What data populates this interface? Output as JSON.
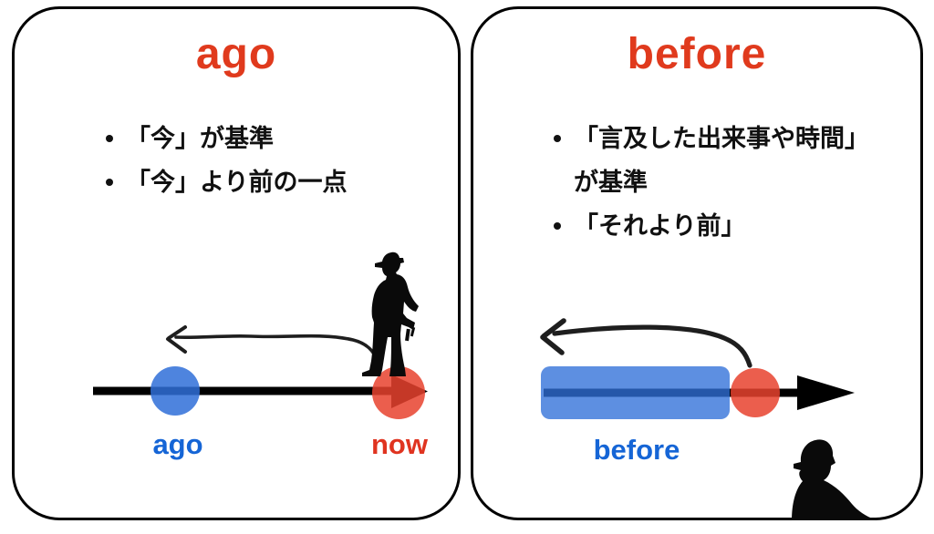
{
  "panels": {
    "left": {
      "title": "ago",
      "bullets": [
        "「今」が基準",
        "「今」より前の一点"
      ],
      "labels": {
        "past_point": "ago",
        "reference_point": "now"
      }
    },
    "right": {
      "title": "before",
      "bullets": [
        "「言及した出来事や時間」が基準",
        "「それより前」"
      ],
      "labels": {
        "past_span": "before"
      }
    }
  },
  "colors": {
    "title_red": "#e03a1d",
    "label_blue": "#1565d6",
    "label_red": "#e03420",
    "point_blue": "#2f6fd8",
    "point_red": "#e8422e",
    "band_blue": "#2f6fd8",
    "timeline_black": "#000000",
    "sketch_arrow": "#1e1e1e",
    "silhouette_black": "#0a0a0a"
  },
  "icons": {
    "left_figure": "worker-standing-silhouette",
    "right_figure": "worker-bust-silhouette",
    "left_arrow": "hand-drawn-curved-arrow-left",
    "right_arrow": "hand-drawn-curved-arrow-left",
    "timeline": "rightward-timeline-arrow"
  }
}
